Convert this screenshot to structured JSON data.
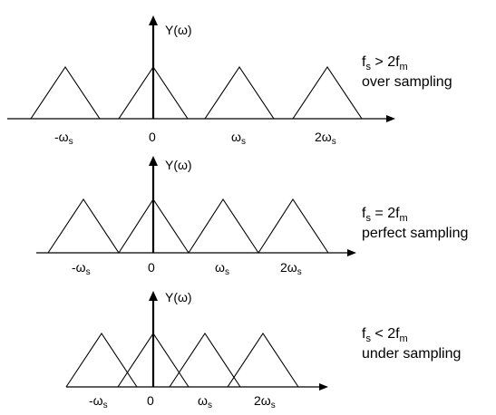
{
  "panels": [
    {
      "y_label": "Y(ω)",
      "condition": {
        "f": "f",
        "f_sub": "s",
        "op": " > 2f",
        "m_sub": "m"
      },
      "caption": "over sampling",
      "ticks": [
        {
          "label": "-ω",
          "sub": "s"
        },
        {
          "label": "0",
          "sub": ""
        },
        {
          "label": "ω",
          "sub": "s"
        },
        {
          "label": "2ω",
          "sub": "s"
        }
      ]
    },
    {
      "y_label": "Y(ω)",
      "condition": {
        "f": "f",
        "f_sub": "s",
        "op": " = 2f",
        "m_sub": "m"
      },
      "caption": "perfect sampling",
      "ticks": [
        {
          "label": "-ω",
          "sub": "s"
        },
        {
          "label": "0",
          "sub": ""
        },
        {
          "label": "ω",
          "sub": "s"
        },
        {
          "label": "2ω",
          "sub": "s"
        }
      ]
    },
    {
      "y_label": "Y(ω)",
      "condition": {
        "f": "f",
        "f_sub": "s",
        "op": " < 2f",
        "m_sub": "m"
      },
      "caption": "under sampling",
      "ticks": [
        {
          "label": "-ω",
          "sub": "s"
        },
        {
          "label": "0",
          "sub": ""
        },
        {
          "label": "ω",
          "sub": "s"
        },
        {
          "label": "2ω",
          "sub": "s"
        }
      ]
    }
  ]
}
